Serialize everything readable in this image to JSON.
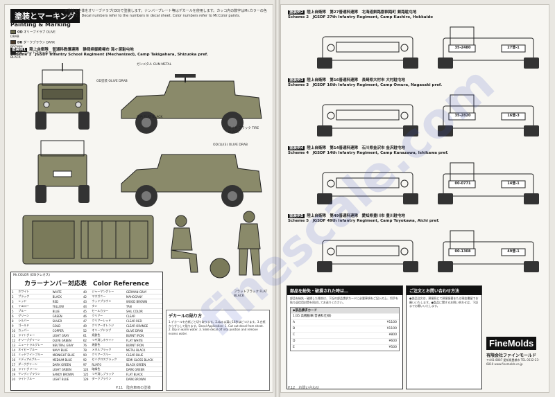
{
  "left": {
    "title_jp": "塗装とマーキング",
    "title_en": "Painting & Marking",
    "intro": "※塗装は全体をオリーブドラブ(OD)で塗装します。ナンバープレート等はデカールを使用します。カッコ内の数字はMr.カラーの色番号です。Decal numbers refer to the numbers in decal sheet. Color numbers refer to Mr.Color paints.",
    "legend": [
      {
        "code": "OD",
        "label": "オリーブドラブ OLIVE DRAB",
        "color": "#6b6a4a"
      },
      {
        "code": "DB",
        "label": "ダークブラウン DARK BROWN",
        "color": "#4a3a2a"
      },
      {
        "code": "FB",
        "label": "フラットブラック FLAT BLACK",
        "color": "#222222"
      }
    ],
    "scheme1": {
      "tag": "塗装例1",
      "jp": "陸上自衛隊　普通科教導連隊　静岡県御殿場市 滝ヶ原駐屯地",
      "en": "Scheme 1　JGSDF Infantry School Regiment (Mechanized), Camp Takigahara, Shizuoka pref."
    },
    "callouts": [
      "OD塗装 OLIVE DRAB",
      "黒色 FLAT BLACK",
      "ガンメタル GUN METAL",
      "フラットブラック FLAT BLACK",
      "タイヤ ブラック TIRE BLACK",
      "OD(1)/(3) OLIVE DRAB"
    ],
    "color_ref": {
      "header": "Mr.COLOR (GSIクレオス)",
      "title": "カラーナンバー対応表　Color Reference",
      "rows": [
        [
          "1",
          "ホワイト",
          "WHITE",
          "40",
          "ジャーマングレー",
          "GERMAN GRAY"
        ],
        [
          "2",
          "ブラック",
          "BLACK",
          "42",
          "マホガニー",
          "MAHOGANY"
        ],
        [
          "3",
          "レッド",
          "RED",
          "43",
          "ウッドブラウン",
          "WOOD BROWN"
        ],
        [
          "4",
          "イエロー",
          "YELLOW",
          "44",
          "タン",
          "TAN"
        ],
        [
          "5",
          "ブルー",
          "BLUE",
          "45",
          "セールカラー",
          "SAIL COLOR"
        ],
        [
          "6",
          "グリーン",
          "GREEN",
          "46",
          "クリアー",
          "CLEAR"
        ],
        [
          "8",
          "シルバー",
          "SILVER",
          "47",
          "クリアーレッド",
          "CLEAR RED"
        ],
        [
          "9",
          "ゴールド",
          "GOLD",
          "49",
          "クリアーオレンジ",
          "CLEAR ORANGE"
        ],
        [
          "10",
          "カッパー",
          "COPPER",
          "52",
          "オリーブドラブ",
          "OLIVE DRAB"
        ],
        [
          "11",
          "ライトグレー",
          "LIGHT GRAY",
          "61",
          "焼鉄色",
          "BURNT IRON"
        ],
        [
          "12",
          "オリーブグリーン",
          "OLIVE GREEN",
          "62",
          "つや消しホワイト",
          "FLAT WHITE"
        ],
        [
          "13",
          "ニュートラルグレー",
          "NEUTRAL GRAY",
          "76",
          "焼鉄色",
          "BURNT IRON"
        ],
        [
          "14",
          "ネイビーブルー",
          "NAVY BLUE",
          "78",
          "メタルブラック",
          "METAL BLACK"
        ],
        [
          "15",
          "ミッドナイトブルー",
          "MIDNIGHT BLUE",
          "90",
          "クリアーブルー",
          "CLEAR BLUE"
        ],
        [
          "16",
          "ミディアムブルー",
          "MEDIUM BLUE",
          "92",
          "セミグロスブラック",
          "SEMI GLOSS BLACK"
        ],
        [
          "17",
          "ダークグリーン",
          "DARK GREEN",
          "97",
          "RLM70",
          "BLACK GREEN"
        ],
        [
          "18",
          "ライトグリーン",
          "LIGHT GREEN",
          "124",
          "暗緑色",
          "DARK GREEN"
        ],
        [
          "19",
          "サンディブラウン",
          "SANDY BROWN",
          "125",
          "つや消しブラック",
          "FLAT BLACK"
        ],
        [
          "20",
          "ライトブルー",
          "LIGHT BLUE",
          "129",
          "ダークブラウン",
          "DARK BROWN"
        ]
      ]
    },
    "decal": {
      "title": "デカールの貼り方",
      "text": "1.デカールを台紙ごと切り取ります。2.ぬるま湯に10秒ほどつけます。3.台紙からずらして貼ります。Decal Application: 1. Cut out decal from sheet. 2. Dip in warm water. 3. Slide decal off into position and remove excess water."
    },
    "footer": "P.11　陸自車両の塗装"
  },
  "right": {
    "schemes": [
      {
        "tag": "塗装例2",
        "jp": "陸上自衛隊　第27普通科連隊　北海道釧路郡釧路町 釧路駐屯地",
        "en": "Scheme 2　JGSDF 27th Infantry Regiment, Camp Kushiro, Hokkaido",
        "plate_f": "35-2480",
        "plate_r": "27普-1"
      },
      {
        "tag": "塗装例3",
        "jp": "陸上自衛隊　第16普通科連隊　長崎県大村市 大村駐屯地",
        "en": "Scheme 3　JGSDF 16th Infantry Regiment, Camp Omura, Nagasaki pref.",
        "plate_f": "35-2820",
        "plate_r": "16普-3"
      },
      {
        "tag": "塗装例4",
        "jp": "陸上自衛隊　第14普通科連隊　石川県金沢市 金沢駐屯地",
        "en": "Scheme 4　JGSDF 14th Infantry Regiment, Camp Kanazawa, Ishikawa pref.",
        "plate_f": "00-0771",
        "plate_r": "14普-1"
      },
      {
        "tag": "塗装例5",
        "jp": "陸上自衛隊　第49普通科連隊　愛知県豊川市 豊川駐屯地",
        "en": "Scheme 5　JGSDF 49th Infantry Regiment, Camp Toyokawa, Aichi pref.",
        "plate_f": "00-1308",
        "plate_r": "49普-1"
      }
    ],
    "parts": {
      "header": "部品を紛失・破損された時は…",
      "text": "部品を紛失・破損した場合は、下記の部品請求カードに必要事項をご記入の上、切手を貼り返信用封筒を同封してお送りください。",
      "order_title": "◆部品請求カード",
      "order_sub": "1/35 高機動車(普通科仕様)",
      "rows": [
        [
          "A",
          "¥1100"
        ],
        [
          "B",
          "¥1100"
        ],
        [
          "C",
          "¥800"
        ],
        [
          "D",
          "¥600"
        ],
        [
          "E",
          "¥500"
        ]
      ]
    },
    "contact": {
      "header": "ご注文とお問い合わせ方法",
      "text": "●部品注文は、郵便局にて郵便振替または現金書留でお願いいたします。●製品に関するお問い合わせは、下記までお願いいたします。"
    },
    "brand": {
      "logo": "FineMolds",
      "company": "有限会社ファインモールド",
      "address": "〒441-8087 愛知県豊橋市 TEL 0532-23-6810 www.finemolds.co.jp"
    },
    "footer": "P.12　お問い合わせ"
  },
  "watermark": "finescale.com"
}
